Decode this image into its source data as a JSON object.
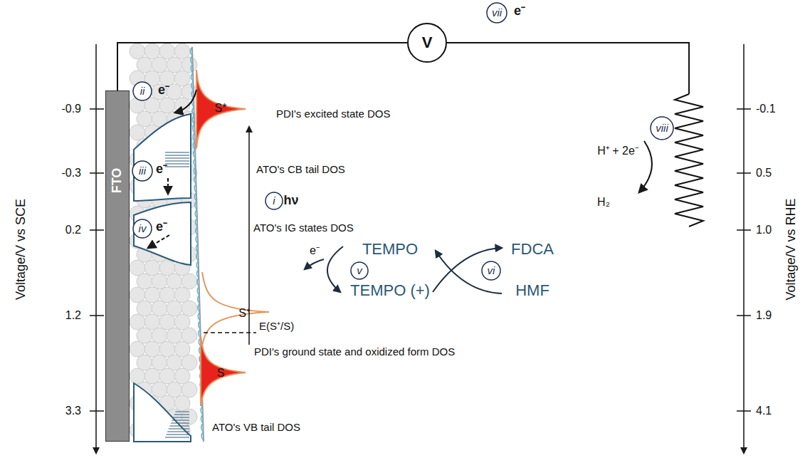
{
  "diagram": {
    "nodes": [
      {
        "text": [
          "FTO"
        ]
      },
      {
        "text": [
          "V"
        ]
      }
    ],
    "edges": [
      {
        "from": 0,
        "to": 1,
        "arrow": "none"
      }
    ],
    "labels": [
      "-0.9",
      "-0.3",
      "0.2",
      "1.2",
      "3.3",
      "Voltage/V vs SCE",
      "-0.1",
      "0.5",
      "1.0",
      "1.9",
      "4.1",
      "Voltage/V vs RHE",
      "ii",
      "e⁻",
      "iii",
      "e⁻",
      "iv",
      "e⁻",
      "i",
      "hν",
      "S*",
      "PDI's excited state DOS",
      "ATO's CB tail DOS",
      "ATO's IG states DOS",
      "e⁻",
      "TEMPO",
      "v",
      "TEMPO (+)",
      "FDCA",
      "vi",
      "HMF",
      "S⁺",
      "E(S⁺/S)",
      "PDI's ground state and oxidized form DOS",
      "S",
      "ATO's VB tail DOS",
      "vii",
      "e⁻",
      "viii",
      "H⁺ + 2e⁻",
      "H₂"
    ]
  }
}
